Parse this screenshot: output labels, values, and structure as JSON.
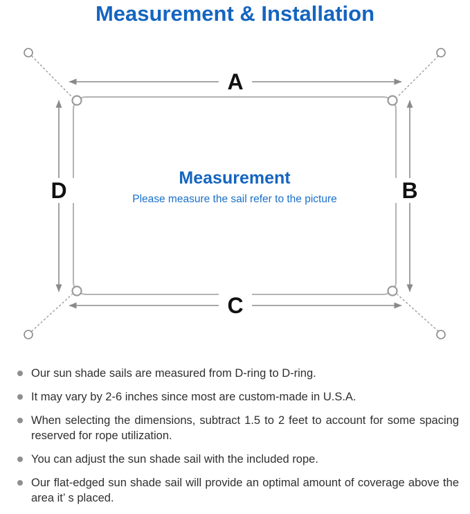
{
  "title": "Measurement & Installation",
  "diagram": {
    "labels": {
      "top": "A",
      "right": "B",
      "bottom": "C",
      "left": "D"
    },
    "center": {
      "title": "Measurement",
      "subtitle": "Please measure the sail refer to the picture"
    }
  },
  "notes": [
    "Our sun shade sails are measured from D-ring to D-ring.",
    "It may vary by 2-6 inches since most are custom-made in U.S.A.",
    "When selecting the dimensions, subtract 1.5 to 2 feet to account for some spacing reserved for rope utilization.",
    "You can adjust the sun shade sail with the included rope.",
    "Our flat-edged sun shade sail will provide an optimal amount of coverage above the area it’ s placed."
  ],
  "colors": {
    "accent_blue": "#1565c0",
    "subtitle_blue": "#1a70c8",
    "diagram_gray": "#8a8a8a",
    "border_gray": "#b3b3b3",
    "bullet_gray": "#8f8f8f",
    "text_color": "#2f2f2f"
  }
}
